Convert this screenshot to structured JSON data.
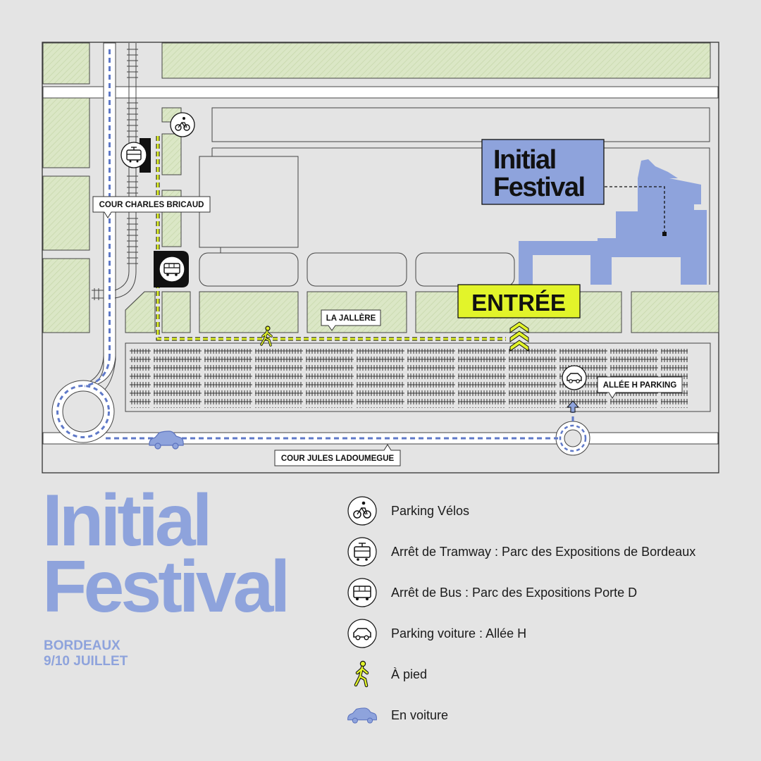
{
  "map": {
    "building_title_line1": "Initial",
    "building_title_line2": "Festival",
    "entrance_label": "ENTRÉE",
    "street_labels": {
      "cour_charles_bricaud": "COUR CHARLES BRICAUD",
      "la_jallere": "LA JALLÈRE",
      "allee_h_parking": "ALLÉE H PARKING",
      "cour_jules_ladoumegue": "COUR JULES LADOUMEGUE"
    }
  },
  "event": {
    "title_line1": "Initial",
    "title_line2": "Festival",
    "city": "BORDEAUX",
    "dates": "9/10 JUILLET"
  },
  "legend": [
    {
      "icon": "bicycle-icon",
      "label": "Parking Vélos"
    },
    {
      "icon": "tram-icon",
      "label": "Arrêt de Tramway :  Parc des Expositions de Bordeaux"
    },
    {
      "icon": "bus-icon",
      "label": "Arrêt de Bus :  Parc des Expositions Porte D"
    },
    {
      "icon": "car-icon",
      "label": "Parking voiture : Allée H"
    },
    {
      "icon": "pedestrian-icon",
      "label": "À pied"
    },
    {
      "icon": "car-silhouette-icon",
      "label": "En voiture"
    }
  ],
  "colors": {
    "background": "#e4e4e4",
    "accent_blue": "#8ea3dc",
    "highlight_yellow": "#e2f42a",
    "park_green": "#d9e6c3"
  }
}
